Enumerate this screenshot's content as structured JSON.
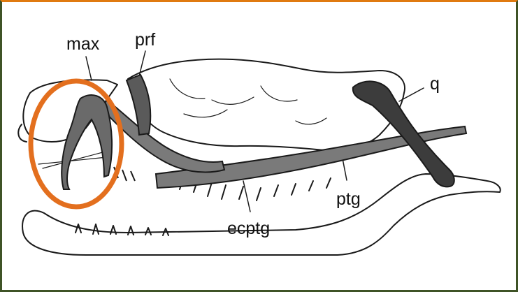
{
  "labels": {
    "max": "max",
    "prf": "prf",
    "q": "q",
    "ptg": "ptg",
    "ecptg": "ecptg"
  },
  "colors": {
    "background": "#ffffff",
    "top_border": "#e07a10",
    "side_border": "#3f5326",
    "highlight_circle": "#e36f1e",
    "bone_outline": "#1a1a1a",
    "shaded_bone": "#7a7a7a",
    "dark_bone": "#3c3c3c"
  },
  "icons": {
    "highlight": "orange-circle-outline"
  }
}
